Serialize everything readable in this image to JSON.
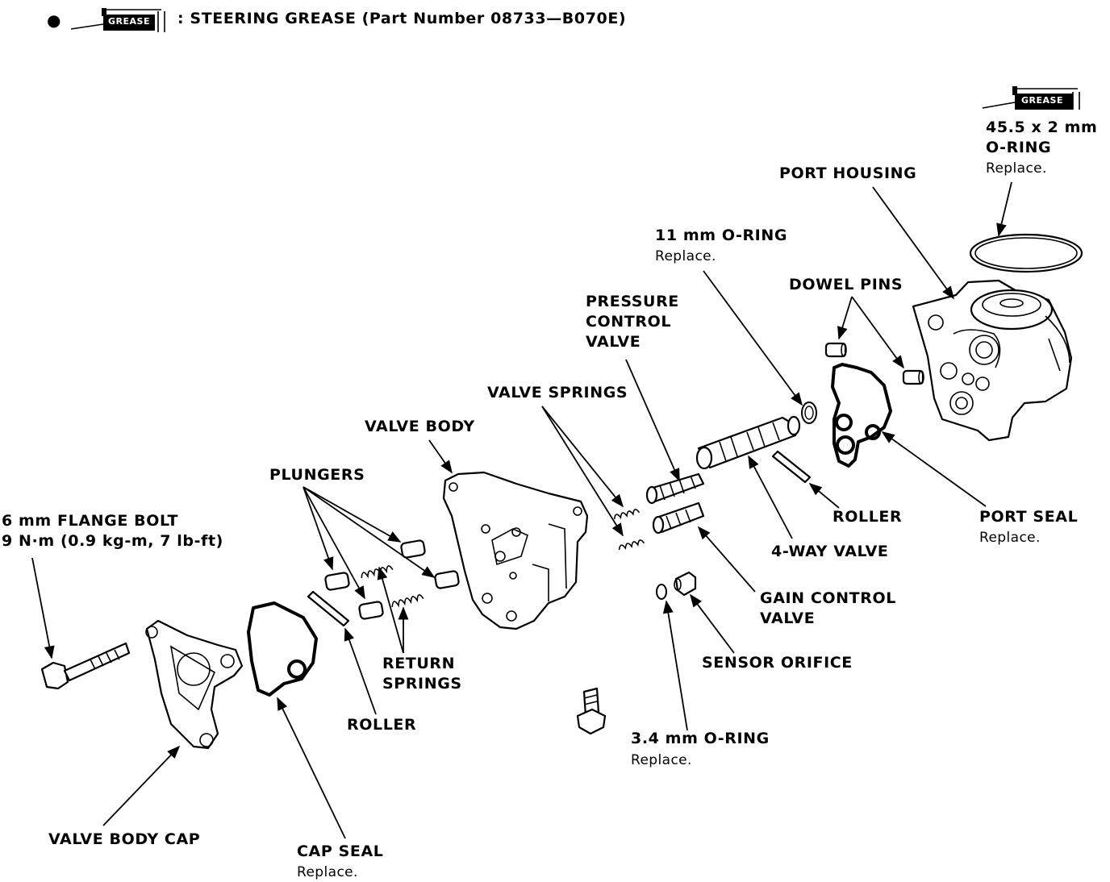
{
  "legend": {
    "bullet": "●",
    "icon_text": "GREASE",
    "text": ": STEERING GREASE (Part Number 08733—B070E)"
  },
  "labels": {
    "oring_large": {
      "icon_text": "GREASE",
      "line1": "45.5 x 2 mm",
      "line2": "O-RING",
      "note": "Replace."
    },
    "port_housing": "PORT HOUSING",
    "oring_11": {
      "line1": "11 mm O-RING",
      "note": "Replace."
    },
    "dowel_pins": "DOWEL PINS",
    "pressure_control": {
      "line1": "PRESSURE",
      "line2": "CONTROL",
      "line3": "VALVE"
    },
    "valve_springs": "VALVE SPRINGS",
    "valve_body": "VALVE BODY",
    "plungers": "PLUNGERS",
    "flange_bolt": {
      "line1": "6 mm FLANGE BOLT",
      "line2": "9 N·m (0.9 kg-m, 7 lb-ft)"
    },
    "roller_right": "ROLLER",
    "port_seal": {
      "line1": "PORT SEAL",
      "note": "Replace."
    },
    "four_way": "4-WAY VALVE",
    "gain_control": {
      "line1": "GAIN CONTROL",
      "line2": "VALVE"
    },
    "return_springs": {
      "line1": "RETURN",
      "line2": "SPRINGS"
    },
    "sensor_orifice": "SENSOR ORIFICE",
    "roller_left": "ROLLER",
    "oring_34": {
      "line1": "3.4 mm O-RING",
      "note": "Replace."
    },
    "valve_body_cap": "VALVE BODY CAP",
    "cap_seal": {
      "line1": "CAP SEAL",
      "note": "Replace."
    }
  }
}
